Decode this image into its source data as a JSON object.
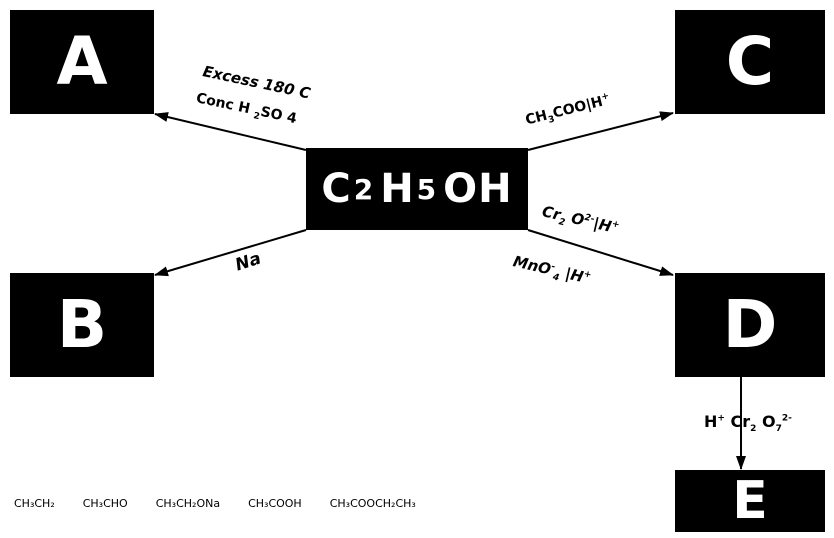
{
  "boxes": {
    "a": "A",
    "b": "B",
    "c": "C",
    "d": "D",
    "e": "E"
  },
  "center": {
    "c": "C",
    "c_sub": "2",
    "h": "H",
    "h_sub": "5",
    "oh": "OH"
  },
  "labels": {
    "to_a_line1": "Excess 180 C",
    "to_a_line2_pre": "Conc H",
    "to_a_line2_sub": "2",
    "to_a_line2_post": "SO 4",
    "to_b": "Na",
    "to_c_pre": "CH",
    "to_c_sub": "3",
    "to_c_post": "COO|H",
    "to_c_sup": "+",
    "to_d1_pre": "Cr",
    "to_d1_sub": "2",
    "to_d1_mid": " O",
    "to_d1_sup": "2-",
    "to_d1_post": "|H",
    "to_d1_sup2": "+",
    "to_d2_pre": "MnO",
    "to_d2_sup": "-",
    "to_d2_sub": "4",
    "to_d2_post": " |H",
    "to_d2_sup2": "+",
    "to_e_pre": "H",
    "to_e_sup": "+",
    "to_e_mid": " Cr",
    "to_e_sub": "2",
    "to_e_o": " O",
    "to_e_sub2": "7",
    "to_e_sup2": "2-"
  },
  "options": [
    "CH₃CH₂",
    "CH₃CHO",
    "CH₃CH₂ONa",
    "CH₃COOH",
    "CH₃COOCH₂CH₃"
  ],
  "colors": {
    "box": "#000000",
    "text": "#ffffff",
    "arrow": "#000000"
  }
}
